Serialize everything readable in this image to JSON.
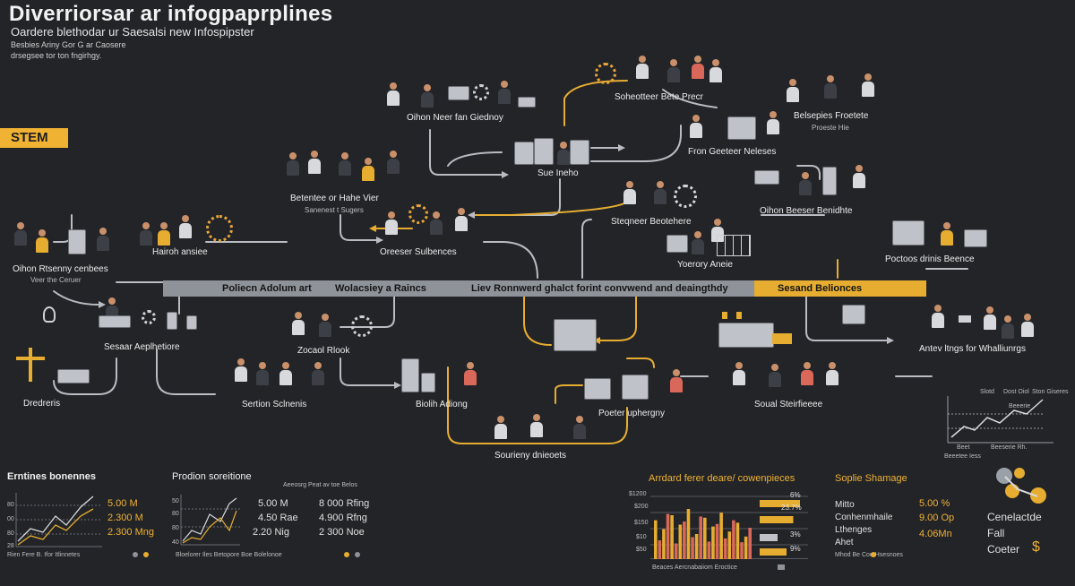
{
  "header": {
    "title": "Diverriorsar ar infogpaprplines",
    "subtitle": "Oardere blethodar ur Saesalsi new Infospipster",
    "desc_line1": "Besbies Ariny Gor G ar Caosere",
    "desc_line2": "drsegsee tor ton fngirhgy."
  },
  "badge": "STEM",
  "nodes": [
    {
      "label": "Oihon Neer fan Giednoy",
      "sub": ""
    },
    {
      "label": "Soheotteer Bete Precr",
      "sub": ""
    },
    {
      "label": "Belsepies Froetete",
      "sub": "Proeste Hie"
    },
    {
      "label": "Sue Ineho",
      "sub": ""
    },
    {
      "label": "Fron Geeteer Neleses",
      "sub": ""
    },
    {
      "label": "Betentee or Hahe Vier",
      "sub": "Sanenest t Sugers"
    },
    {
      "label": "Oreeser Sulbences",
      "sub": ""
    },
    {
      "label": "Steqneer Beotehere",
      "sub": ""
    },
    {
      "label": "Oihon Beeser Benidhte",
      "sub": ""
    },
    {
      "label": "Hairoh ansiee",
      "sub": ""
    },
    {
      "label": "Oihon Rtsenny cenbees",
      "sub": "Veer the Ceruer"
    },
    {
      "label": "Yoerory Aneie",
      "sub": ""
    },
    {
      "label": "Poctoos drinis Beence",
      "sub": ""
    },
    {
      "label": "Sesaar Aeplhetiore",
      "sub": ""
    },
    {
      "label": "Zocaol Rlook",
      "sub": ""
    },
    {
      "label": "Antev ltngs for Whalliunrgs",
      "sub": ""
    },
    {
      "label": "Dredreris",
      "sub": ""
    },
    {
      "label": "Sertion Sclnenis",
      "sub": ""
    },
    {
      "label": "Biolih Adiong",
      "sub": ""
    },
    {
      "label": "Poeter uphergny",
      "sub": ""
    },
    {
      "label": "Soual Steirfieeee",
      "sub": ""
    },
    {
      "label": "Sourieny dnieoets",
      "sub": ""
    }
  ],
  "band": {
    "labels": [
      "Poliecn Adolum art",
      "Wolacsiey a Raincs",
      "Liev Ronnwerd ghalct forint convwend and deaingthdy",
      "Sesand Belionces"
    ]
  },
  "panels": {
    "left": {
      "title": "Erntines bonennes",
      "values": [
        "5.00 M",
        "2.300 M",
        "2.300 Mng"
      ],
      "axis": [
        "80",
        "00",
        "80",
        "28"
      ],
      "footer": "Rien Fere     B. Ifor Itlinnetes"
    },
    "mid": {
      "title": "Prodion soreitione",
      "caption": "Aeeosrg Peat av toe Belos",
      "col1": [
        "5.00 M",
        "4.50 Rae",
        "2.20 Nig"
      ],
      "col2": [
        "8 000 Rfing",
        "4.900 Rfng",
        "2 300 Noe"
      ],
      "axis": [
        "50",
        "80",
        "80",
        "40"
      ],
      "footer": "Bloelorer Iles   Betopore Boe   Bolelonoe"
    },
    "bar": {
      "title": "Arrdard ferer deare/ cowenpieces",
      "axis": [
        "$1200",
        "$200",
        "$150",
        "$10",
        "$50"
      ],
      "right_pct": [
        "6%",
        "23.7%",
        "3%",
        "9%"
      ],
      "footer": "Beaces     Aercnabaiiom Eroctice",
      "chart_data": {
        "type": "bar",
        "series": [
          {
            "name": "",
            "values": [
              62,
              48,
              70,
              55,
              80,
              40,
              66,
              52,
              74,
              44,
              58,
              36
            ],
            "color": "#e6ad31"
          },
          {
            "name": "",
            "values": [
              30,
              72,
              25,
              60,
              35,
              68,
              28,
              56,
              33,
              62,
              27,
              50
            ],
            "color": "#d9685a"
          }
        ],
        "hbars": [
          0.9,
          0.75,
          0.4,
          0.6
        ]
      }
    },
    "stats": {
      "title": "Soplie Shamage",
      "rows": [
        {
          "label": "Mitto",
          "value": "5.00 %"
        },
        {
          "label": "Conhenmhaile",
          "value": "9.00 Op"
        },
        {
          "label": "Lthenges",
          "value": "4.06Mn"
        },
        {
          "label": "Ahet",
          "value": ""
        }
      ],
      "footer": "Mhod Be   Coe Hsesnoes"
    },
    "legend": {
      "lines": [
        "Cenelactde",
        "Fall",
        "Coeter"
      ],
      "symbol": "$"
    },
    "mini": {
      "labels": [
        "Slotd",
        "Dost Oiol",
        "Ston Giseres",
        "Beeerie",
        "Beet",
        "Beeserie Rh.",
        "Beeetee Iess"
      ]
    }
  },
  "colors": {
    "bg": "#232428",
    "accent": "#e6ad31",
    "band_gray": "#8e9299",
    "line": "#b9bcc2"
  }
}
